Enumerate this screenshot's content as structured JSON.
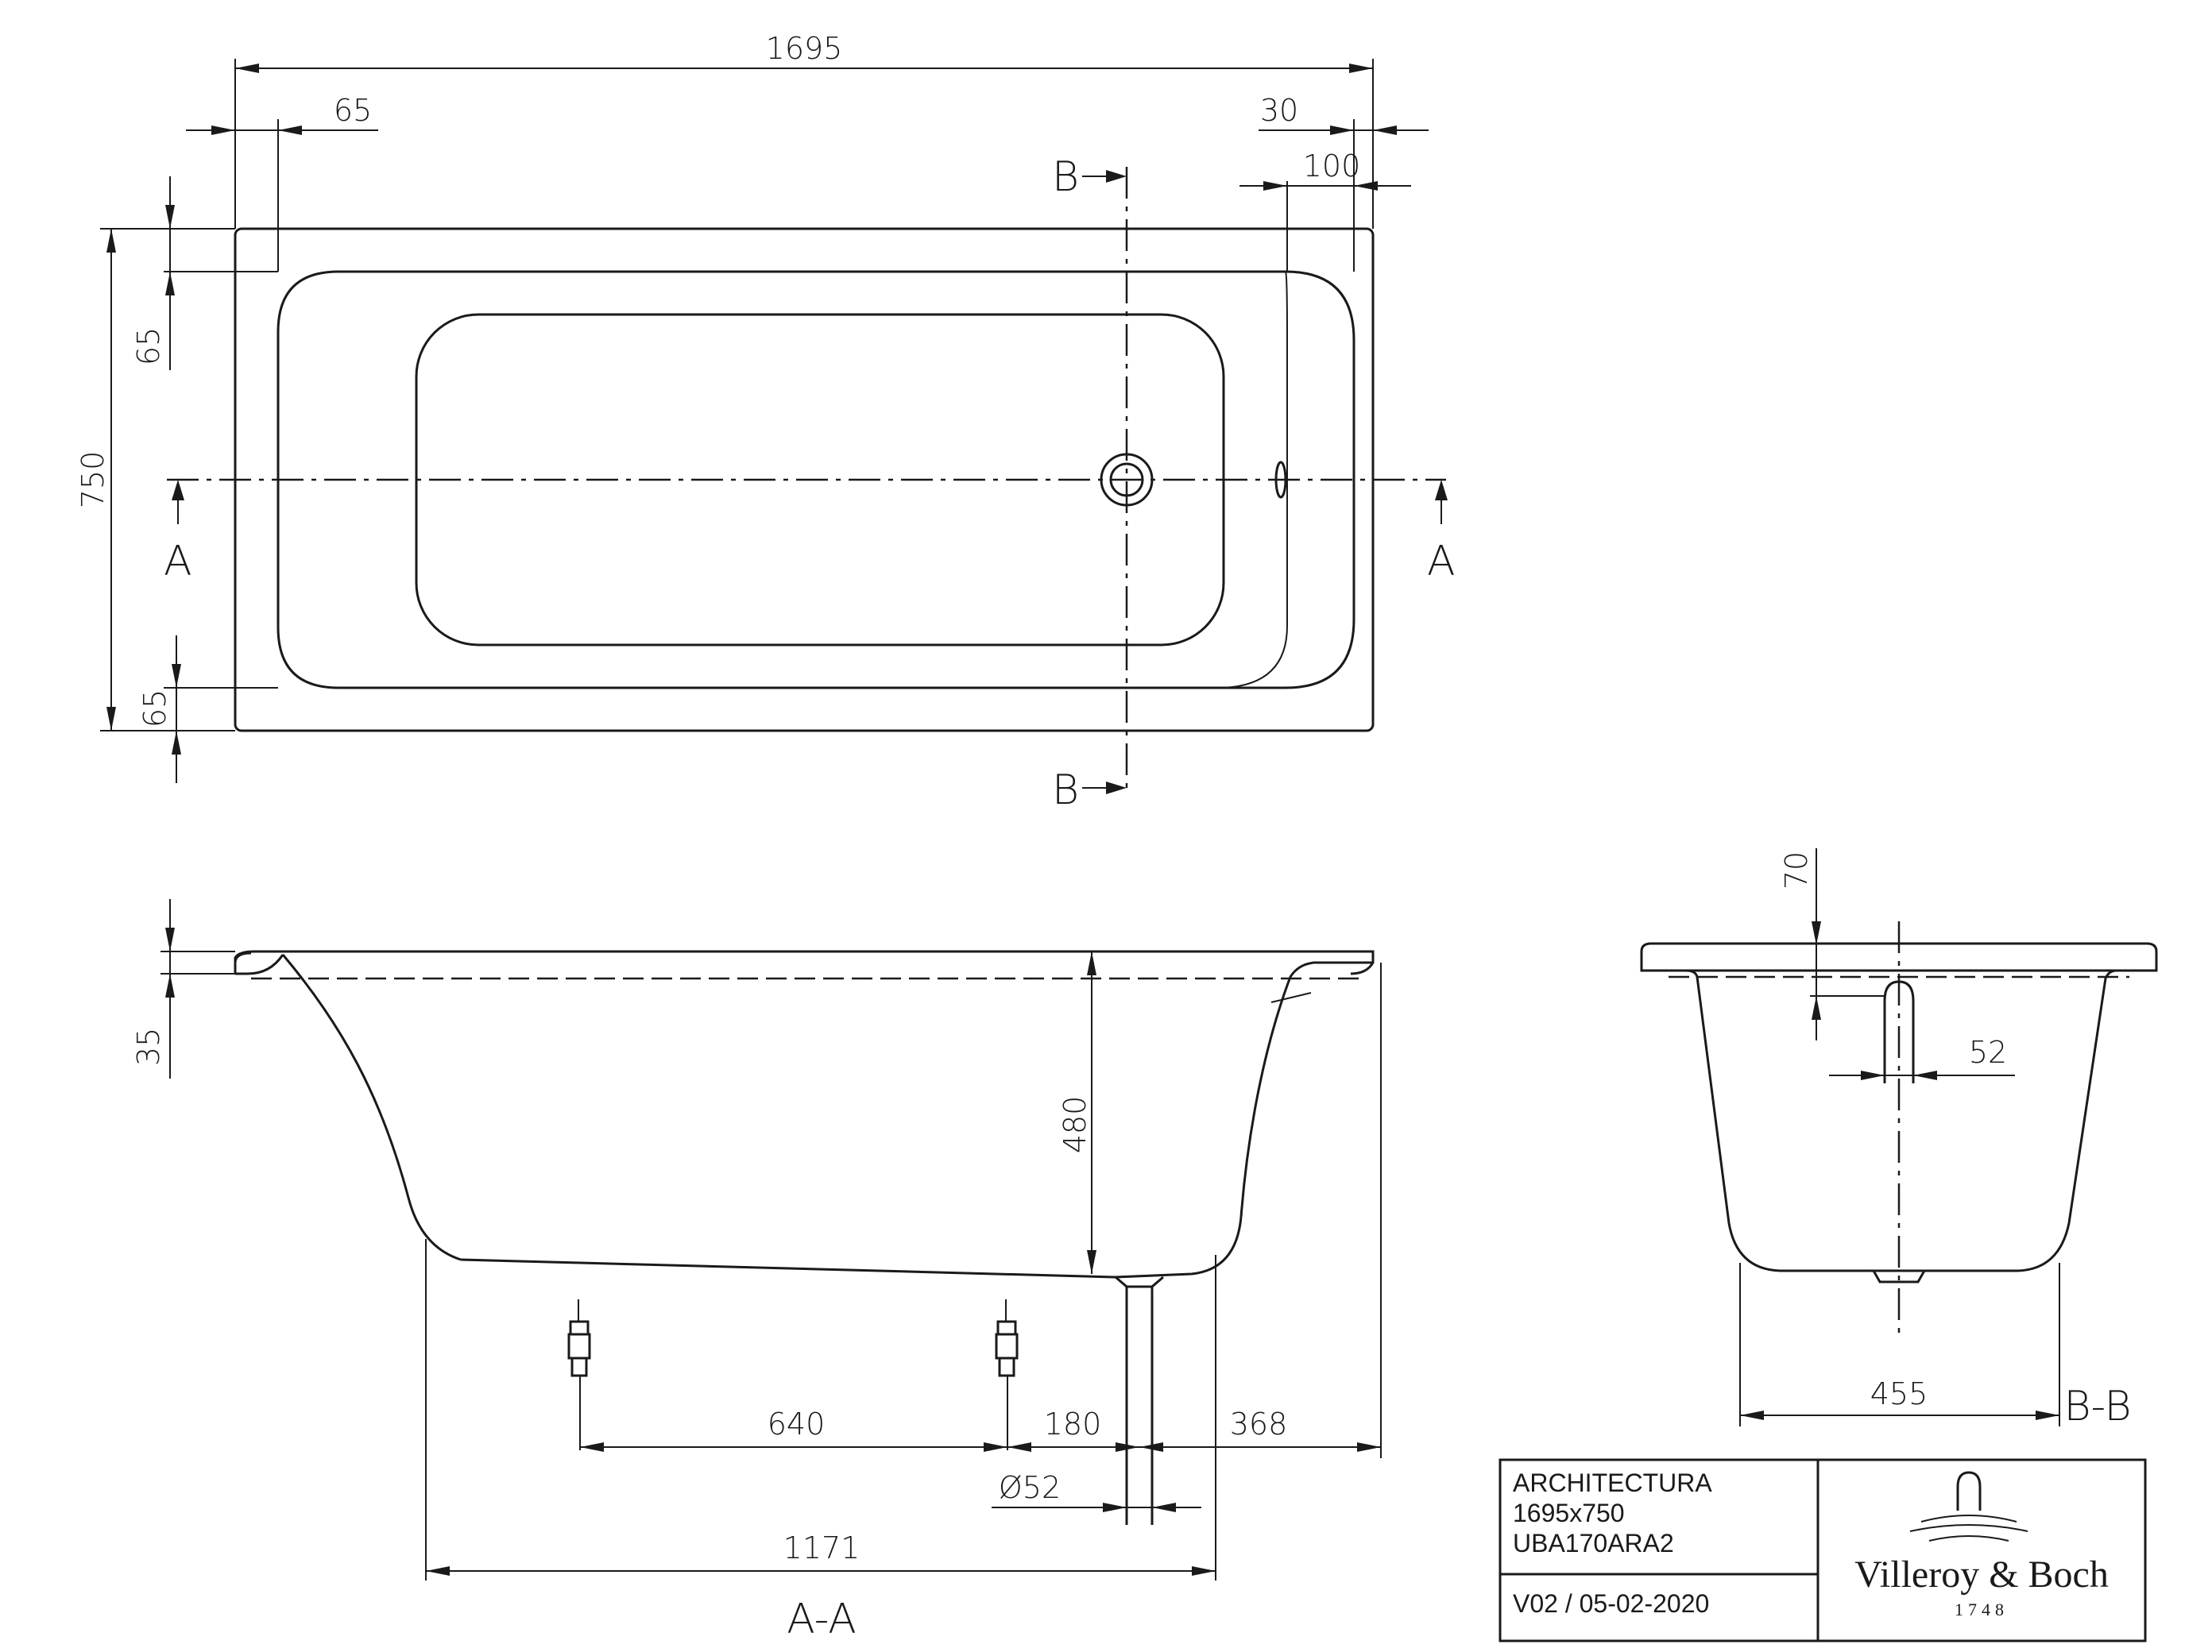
{
  "plan_view": {
    "dim_length": "1695",
    "dim_left_rim": "65",
    "dim_right_rim": "30",
    "dim_right_offset": "100",
    "dim_width": "750",
    "dim_top_rim": "65",
    "dim_bottom_rim": "65",
    "section_b_label": "B",
    "section_a_label": "A"
  },
  "section_aa": {
    "dim_rim_height": "35",
    "dim_depth": "480",
    "dim_feet_spacing": "640",
    "dim_drain_offset": "180",
    "dim_right_end": "368",
    "dim_drain_diameter": "Ø52",
    "dim_base_length": "1171",
    "title": "A-A"
  },
  "section_bb": {
    "dim_overflow_height": "70",
    "dim_overflow_diameter": "52",
    "dim_base_width": "455",
    "title": "B-B"
  },
  "title_block": {
    "product_name": "ARCHITECTURA",
    "product_size": "1695x750",
    "product_code": "UBA170ARA2",
    "version": "V02 / 05-02-2020",
    "brand": "Villeroy & Boch",
    "brand_year": "1748",
    "logo_icon": "villeroy-boch-logo-icon"
  }
}
